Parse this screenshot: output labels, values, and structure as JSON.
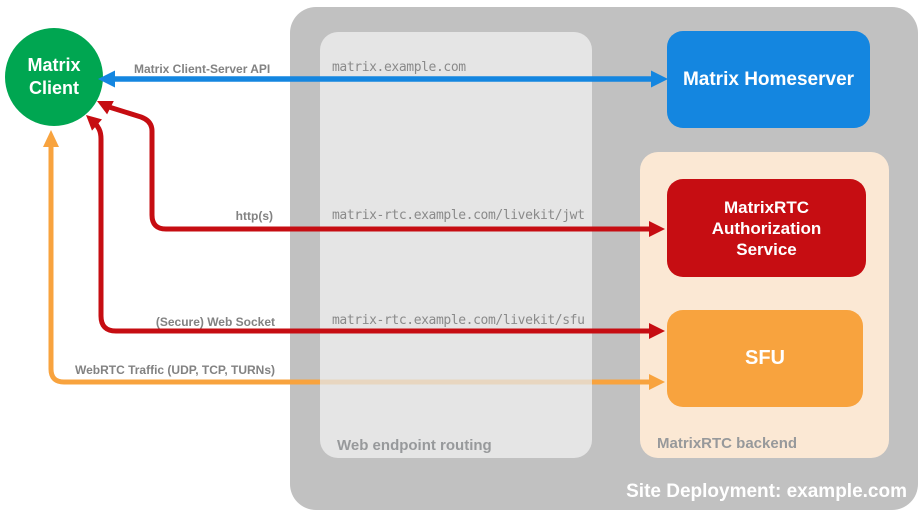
{
  "client": {
    "line1": "Matrix",
    "line2": "Client"
  },
  "homeserver": {
    "label": "Matrix Homeserver"
  },
  "backend": {
    "label": "MatrixRTC backend",
    "auth_service_label": "MatrixRTC Authorization Service",
    "sfu_label": "SFU"
  },
  "routing": {
    "label": "Web endpoint routing",
    "endpoints": [
      "matrix.example.com",
      "matrix-rtc.example.com/livekit/jwt",
      "matrix-rtc.example.com/livekit/sfu"
    ]
  },
  "site": {
    "label": "Site Deployment: example.com"
  },
  "connections": {
    "client_server_api": "Matrix Client-Server API",
    "https": "http(s)",
    "websocket": "(Secure) Web Socket",
    "webrtc": "WebRTC Traffic (UDP, TCP, TURNs)"
  },
  "colors": {
    "client_green": "#00A651",
    "homeserver_blue": "#1486E0",
    "auth_red": "#C60D12",
    "sfu_orange": "#F8A33E",
    "backend_peach": "#FBE8D4",
    "deployment_gray": "#C1C1C1",
    "routing_light_gray": "#E5E5E5"
  }
}
